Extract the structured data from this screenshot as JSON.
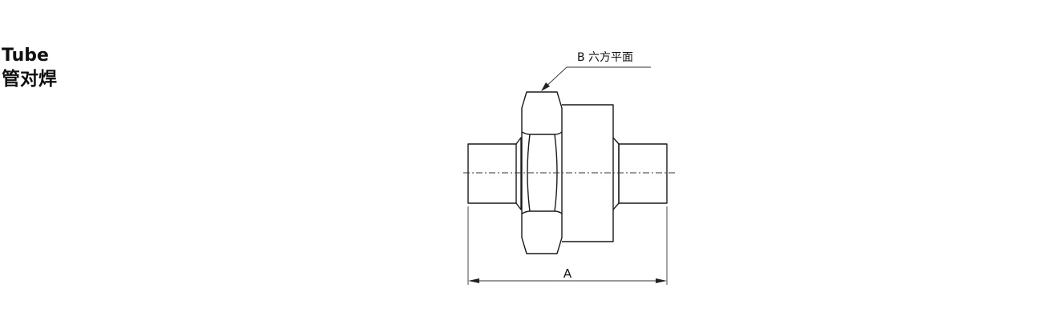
{
  "title": {
    "english": "Tube",
    "chinese": "管对焊"
  },
  "drawing": {
    "callout_label": "B 六方平面",
    "dimension_label": "A",
    "line_color": "#1a1a1a"
  }
}
